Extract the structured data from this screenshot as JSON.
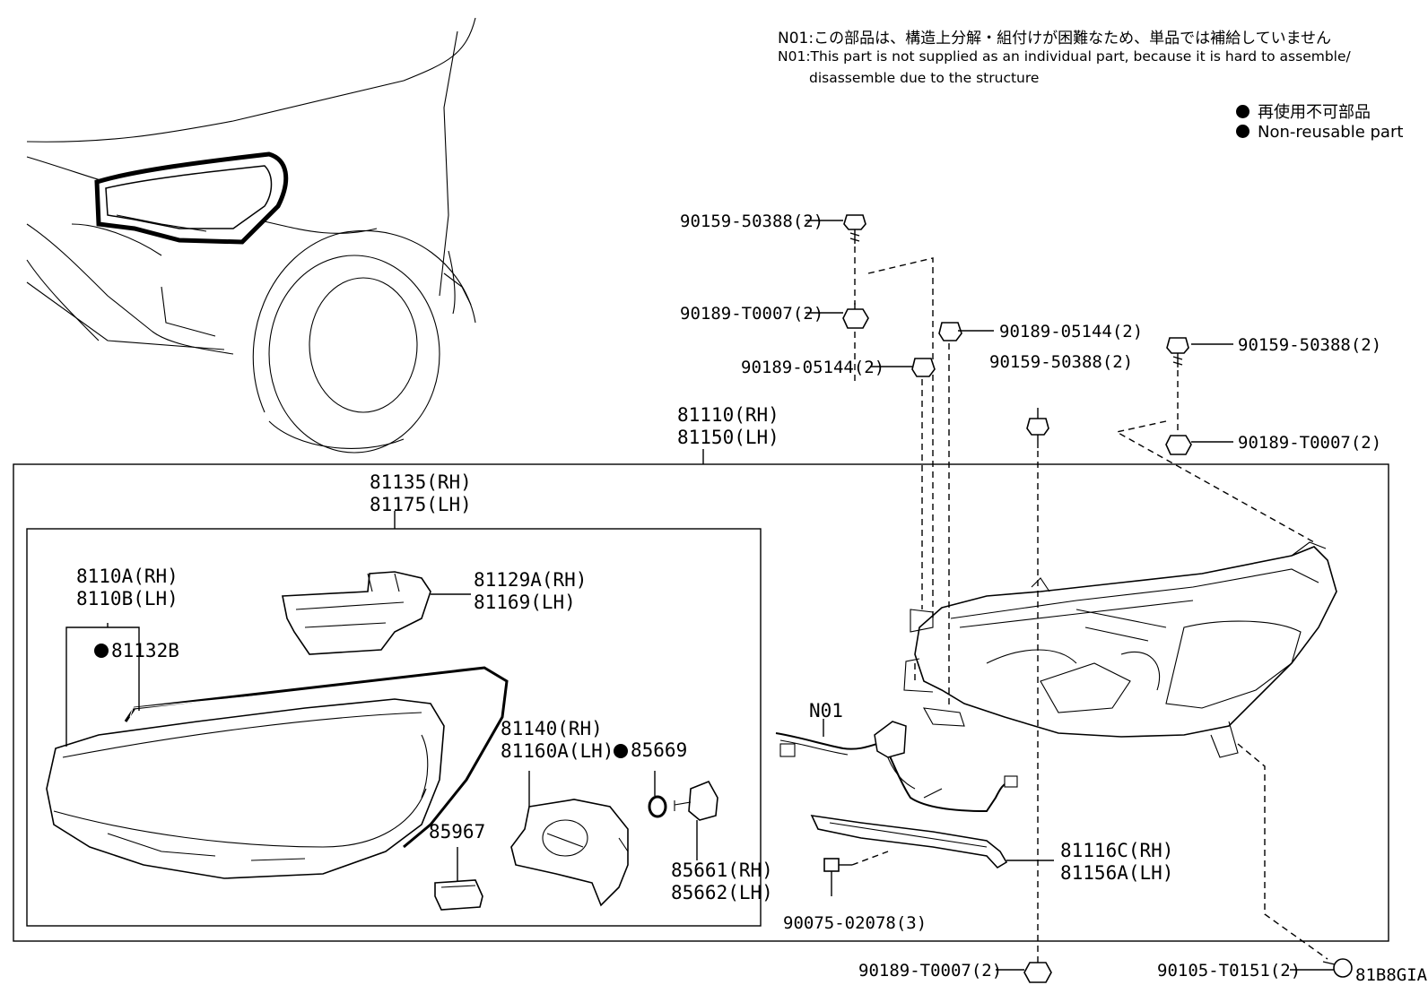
{
  "notes": {
    "jp": "N01:この部品は、構造上分解・組付けが困難なため、単品では補給していません",
    "en_line1": "N01:This part is not supplied as an individual part, because it is hard to assemble/",
    "en_line2": "disassemble due to the structure"
  },
  "legend": {
    "jp": "再使用不可部品",
    "en": "Non-reusable part"
  },
  "labels": {
    "bolt_top_left": "90159-50388(2)",
    "nut_top_left": "90189-T0007(2)",
    "clip_left": "90189-05144(2)",
    "clip_right": "90189-05144(2)",
    "bolt_center": "90159-50388(2)",
    "bolt_right": "90159-50388(2)",
    "nut_right": "90189-T0007(2)",
    "assy_rh": "81110(RH)",
    "assy_lh": "81150(LH)",
    "housing_rh": "81135(RH)",
    "housing_lh": "81175(LH)",
    "lens_rh": "8110A(RH)",
    "lens_lh": "8110B(LH)",
    "gasket": "81132B",
    "module_rh": "81129A(RH)",
    "module_lh": "81169(LH)",
    "unit_rh": "81140(RH)",
    "unit_lh": "81160A(LH)",
    "oring": "85669",
    "socket": "85967",
    "bulb_rh": "85661(RH)",
    "bulb_lh": "85662(LH)",
    "harness": "N01",
    "garnish_rh": "81116C(RH)",
    "garnish_lh": "81156A(LH)",
    "screw": "90075-02078(3)",
    "nut_bottom": "90189-T0007(2)",
    "bolt_bottom": "90105-T0151(2)",
    "figure_code": "81B8GIA"
  }
}
